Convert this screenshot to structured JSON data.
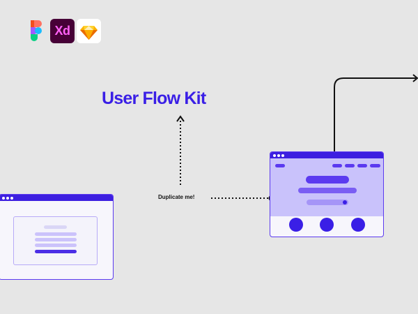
{
  "tools": [
    {
      "name": "Figma"
    },
    {
      "name": "Adobe XD",
      "label": "Xd"
    },
    {
      "name": "Sketch"
    }
  ],
  "title": "User Flow Kit",
  "connector_label": "Duplicate me!",
  "colors": {
    "accent": "#3a1fe6",
    "accent_light": "#c9c2fb",
    "background": "#e6e6e6",
    "window_bg": "#f7f6fc"
  }
}
